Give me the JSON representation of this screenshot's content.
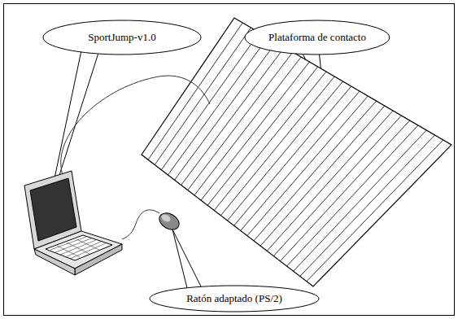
{
  "diagram": {
    "nodes": [
      {
        "text": [
          "SportJump-v1.0"
        ]
      },
      {
        "text": [
          "Plataforma de contacto"
        ]
      },
      {
        "text": [
          "Ratón adaptado (PS/2)"
        ]
      }
    ]
  }
}
